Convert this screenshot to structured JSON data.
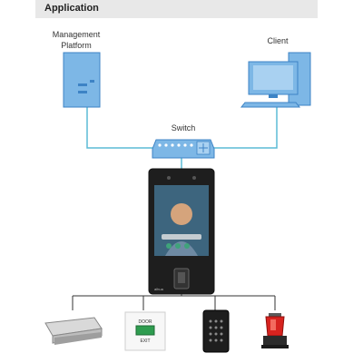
{
  "header": {
    "title": "Application"
  },
  "nodes": {
    "platform": {
      "label": "Management Platform"
    },
    "client": {
      "label": "Client"
    },
    "switch": {
      "label": "Switch"
    },
    "terminal": {
      "brand": "alhua"
    },
    "lock": {},
    "exit_button": {
      "line1": "DOOR",
      "line2": "EXIT"
    },
    "card_reader": {},
    "alarm": {}
  },
  "colors": {
    "network_line": "#5bbcd6",
    "device_blue": "#6fb0e4",
    "device_blue_dark": "#3d83c5",
    "wire": "#333333"
  }
}
